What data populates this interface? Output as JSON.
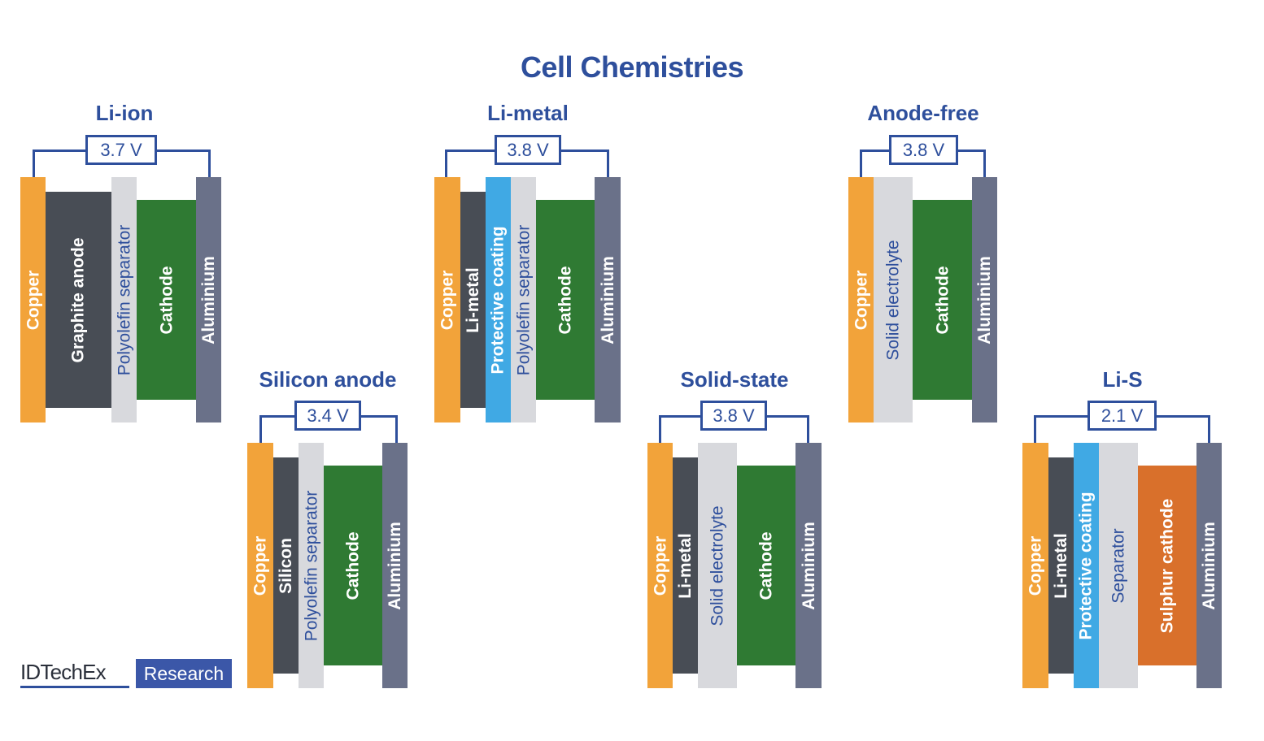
{
  "title": "Cell Chemistries",
  "colors": {
    "title_blue": "#2e4f9c",
    "copper": "#f2a33a",
    "dark_gray": "#484d55",
    "separator_gray": "#d8d9dd",
    "cathode_green": "#2f7a33",
    "aluminium_slate": "#6a7189",
    "protective_blue": "#40a9e4",
    "sulphur_orange": "#d9702b"
  },
  "cells": [
    {
      "name": "Li-ion",
      "voltage": "3.7 V",
      "layers": [
        {
          "label": "Copper",
          "color": "copper"
        },
        {
          "label": "Graphite anode",
          "color": "dark_gray"
        },
        {
          "label": "Polyolefin separator",
          "color": "separator_gray"
        },
        {
          "label": "Cathode",
          "color": "cathode_green"
        },
        {
          "label": "Aluminium",
          "color": "aluminium_slate"
        }
      ]
    },
    {
      "name": "Silicon anode",
      "voltage": "3.4 V",
      "layers": [
        {
          "label": "Copper",
          "color": "copper"
        },
        {
          "label": "Silicon",
          "color": "dark_gray"
        },
        {
          "label": "Polyolefin separator",
          "color": "separator_gray"
        },
        {
          "label": "Cathode",
          "color": "cathode_green"
        },
        {
          "label": "Aluminium",
          "color": "aluminium_slate"
        }
      ]
    },
    {
      "name": "Li-metal",
      "voltage": "3.8 V",
      "layers": [
        {
          "label": "Copper",
          "color": "copper"
        },
        {
          "label": "Li-metal",
          "color": "dark_gray"
        },
        {
          "label": "Protective coating",
          "color": "protective_blue"
        },
        {
          "label": "Polyolefin separator",
          "color": "separator_gray"
        },
        {
          "label": "Cathode",
          "color": "cathode_green"
        },
        {
          "label": "Aluminium",
          "color": "aluminium_slate"
        }
      ]
    },
    {
      "name": "Solid-state",
      "voltage": "3.8 V",
      "layers": [
        {
          "label": "Copper",
          "color": "copper"
        },
        {
          "label": "Li-metal",
          "color": "dark_gray"
        },
        {
          "label": "Solid electrolyte",
          "color": "separator_gray"
        },
        {
          "label": "Cathode",
          "color": "cathode_green"
        },
        {
          "label": "Aluminium",
          "color": "aluminium_slate"
        }
      ]
    },
    {
      "name": "Anode-free",
      "voltage": "3.8 V",
      "layers": [
        {
          "label": "Copper",
          "color": "copper"
        },
        {
          "label": "Solid electrolyte",
          "color": "separator_gray"
        },
        {
          "label": "Cathode",
          "color": "cathode_green"
        },
        {
          "label": "Aluminium",
          "color": "aluminium_slate"
        }
      ]
    },
    {
      "name": "Li-S",
      "voltage": "2.1 V",
      "layers": [
        {
          "label": "Copper",
          "color": "copper"
        },
        {
          "label": "Li-metal",
          "color": "dark_gray"
        },
        {
          "label": "Protective coating",
          "color": "protective_blue"
        },
        {
          "label": "Separator",
          "color": "separator_gray"
        },
        {
          "label": "Sulphur cathode",
          "color": "sulphur_orange"
        },
        {
          "label": "Aluminium",
          "color": "aluminium_slate"
        }
      ]
    }
  ],
  "logo": {
    "brand": "IDTechEx",
    "tag": "Research"
  }
}
